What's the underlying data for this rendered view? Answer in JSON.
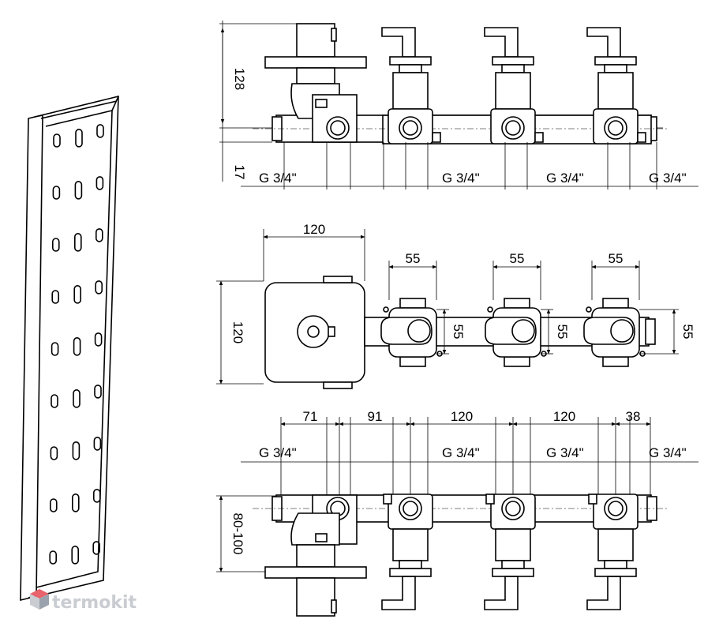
{
  "watermark": {
    "text": "termokit",
    "colors": {
      "cube_top": "#e8636b",
      "cube_left": "#c9ccd1",
      "cube_right": "#9aa3ad"
    }
  },
  "views": {
    "top": {
      "height_label": "128",
      "offset_label": "17",
      "thread_labels": [
        "G 3/4\"",
        "G 3/4\"",
        "G 3/4\"",
        "G 3/4\""
      ]
    },
    "middle": {
      "box_width_label": "120",
      "box_height_label": "120",
      "valve_width_labels": [
        "55",
        "55",
        "55"
      ],
      "valve_height_labels": [
        "55",
        "55",
        "55"
      ]
    },
    "bottom": {
      "spacing_labels": [
        "71",
        "91",
        "120",
        "120",
        "38"
      ],
      "thread_labels": [
        "G 3/4\"",
        "G 3/4\"",
        "G 3/4\"",
        "G 3/4\""
      ],
      "depth_label": "80-100"
    }
  }
}
